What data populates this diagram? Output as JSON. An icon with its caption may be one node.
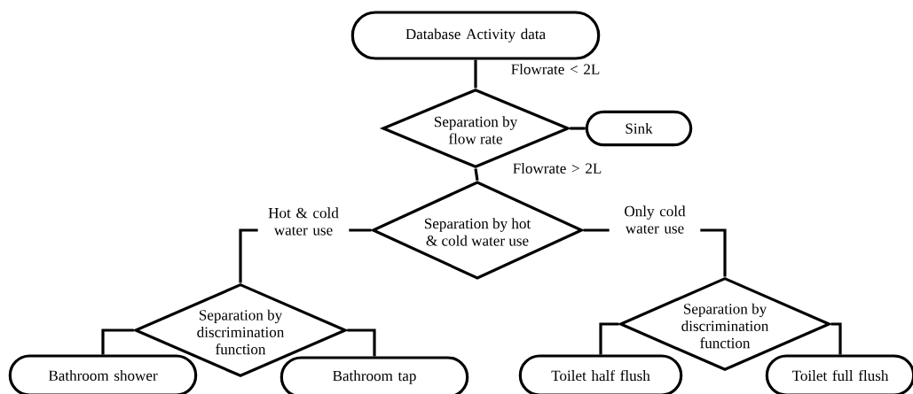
{
  "diagram": {
    "nodes": [
      {
        "text": [
          "Database Activity data"
        ]
      },
      {
        "text": [
          "Separation by flow rate"
        ]
      },
      {
        "text": [
          "Sink"
        ]
      },
      {
        "text": [
          "Separation by hot & cold water use"
        ]
      },
      {
        "text": [
          "Separation by discrimination function"
        ]
      },
      {
        "text": [
          "Separation by discrimination function"
        ]
      },
      {
        "text": [
          "Bathroom shower"
        ]
      },
      {
        "text": [
          "Bathroom tap"
        ]
      },
      {
        "text": [
          "Toilet half flush"
        ]
      },
      {
        "text": [
          "Toilet full flush"
        ]
      }
    ],
    "edges": [
      {
        "from": 0,
        "to": 1,
        "arrow": "none",
        "label": "Flowrate < 2L"
      },
      {
        "from": 1,
        "to": 2,
        "arrow": "none"
      },
      {
        "from": 1,
        "to": 3,
        "arrow": "none",
        "label": "Flowrate > 2L"
      },
      {
        "from": 3,
        "to": 4,
        "arrow": "none",
        "label": "Hot & cold water use"
      },
      {
        "from": 3,
        "to": 5,
        "arrow": "none",
        "label": "Only cold water use"
      },
      {
        "from": 4,
        "to": 6,
        "arrow": "none"
      },
      {
        "from": 4,
        "to": 7,
        "arrow": "none"
      },
      {
        "from": 5,
        "to": 8,
        "arrow": "none"
      },
      {
        "from": 5,
        "to": 9,
        "arrow": "none"
      }
    ]
  }
}
